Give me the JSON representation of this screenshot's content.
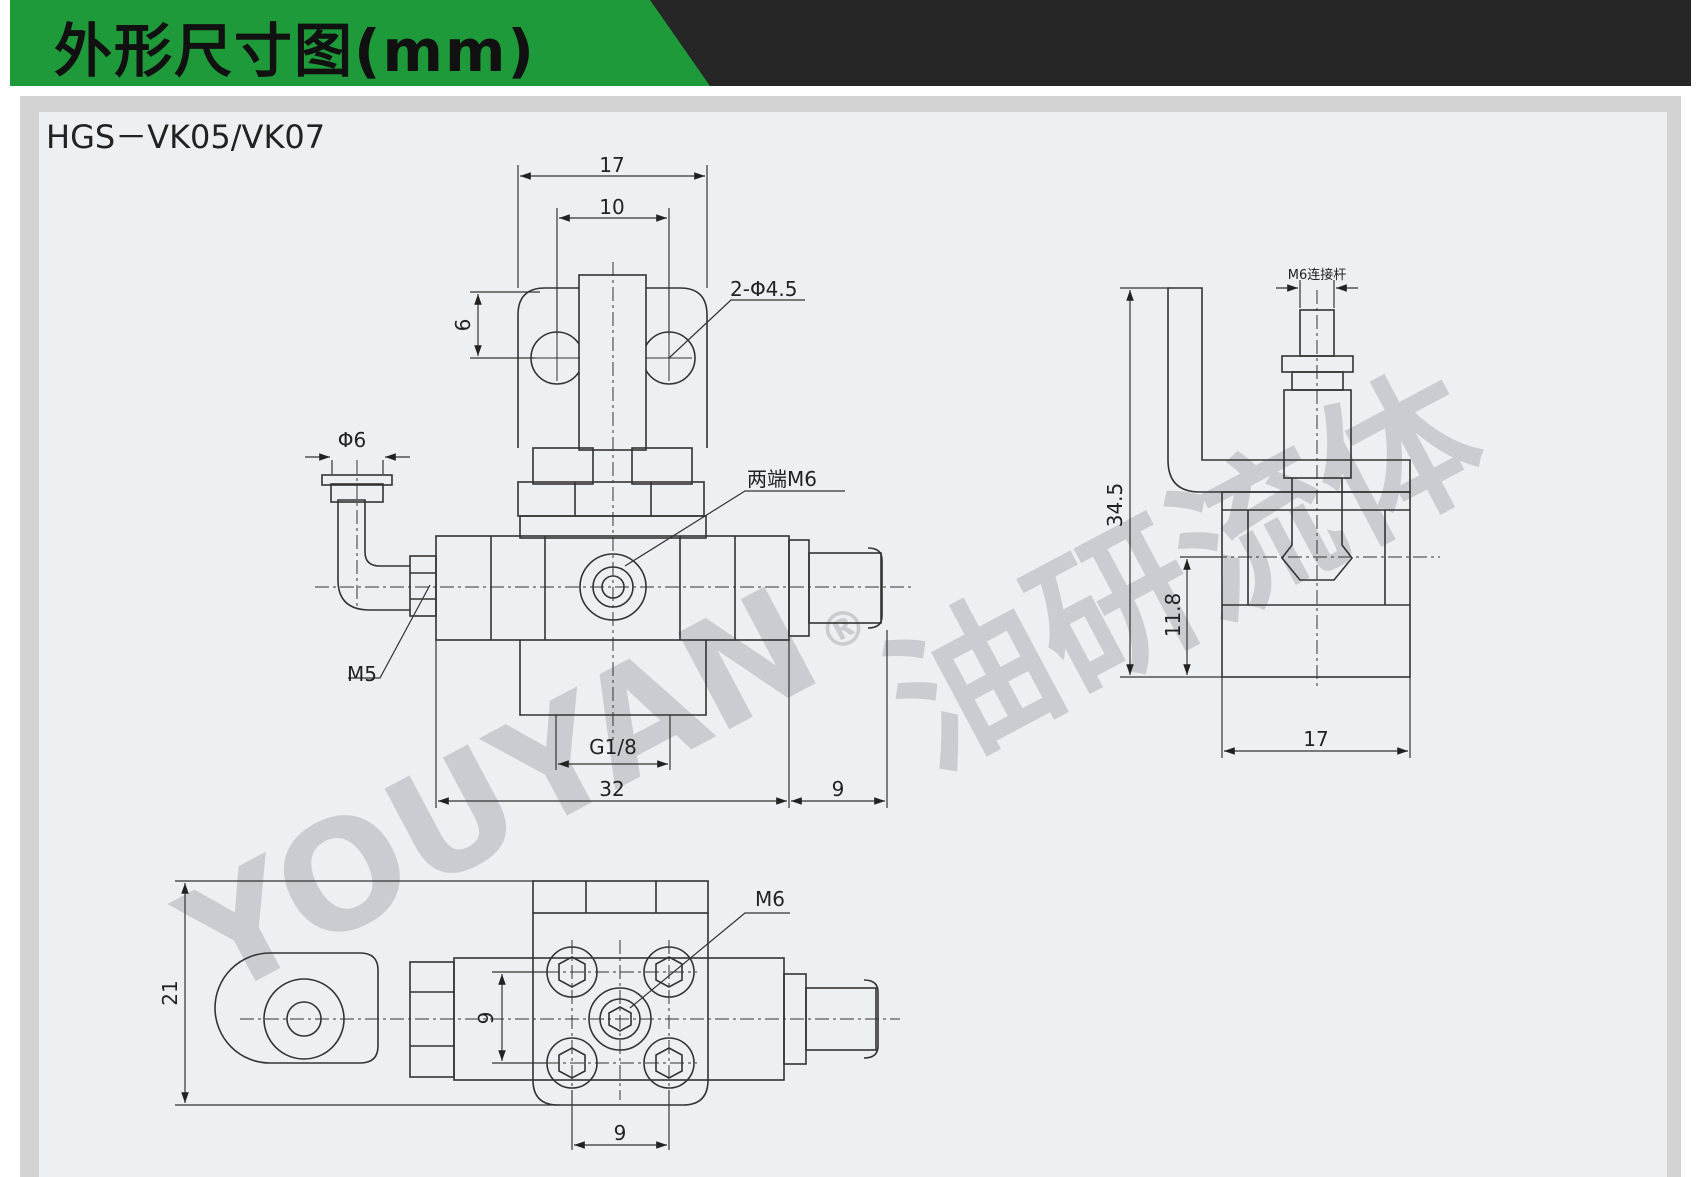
{
  "header": {
    "title": "外形尺寸图(mm)"
  },
  "drawing": {
    "model": "HGS－VK05/VK07"
  },
  "watermark": {
    "brand": "YOUYAN",
    "cn": "油研流体",
    "reg": "®"
  },
  "front_view": {
    "dims": {
      "width_top": "17",
      "hole_spacing": "10",
      "holes": "2-Φ4.5",
      "height_6": "6",
      "fitting_dia": "Φ6",
      "ends_m6": "两端M6",
      "m5": "M5",
      "g18": "G1/8",
      "body_len": "32",
      "nozzle_len": "9"
    }
  },
  "side_view": {
    "dims": {
      "rod": "M6连接杆",
      "height": "34.5",
      "center_h": "11.8",
      "width": "17"
    }
  },
  "bottom_view": {
    "dims": {
      "m6": "M6",
      "height": "21",
      "spacing_v": "9",
      "spacing_h": "9"
    }
  }
}
